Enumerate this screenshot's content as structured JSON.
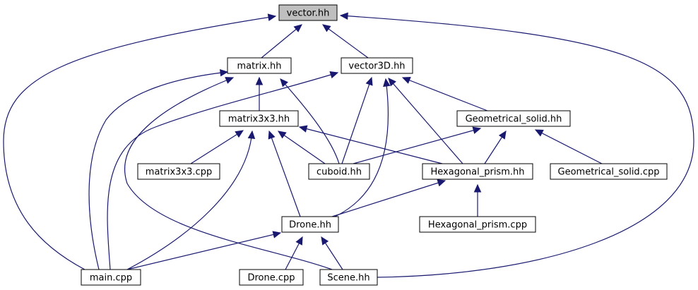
{
  "graph": {
    "nodes": [
      {
        "id": "vector_hh",
        "label": "vector.hh",
        "highlighted": true
      },
      {
        "id": "matrix_hh",
        "label": "matrix.hh"
      },
      {
        "id": "vector3D_hh",
        "label": "vector3D.hh"
      },
      {
        "id": "matrix3x3_hh",
        "label": "matrix3x3.hh"
      },
      {
        "id": "geometrical_solid_hh",
        "label": "Geometrical_solid.hh"
      },
      {
        "id": "matrix3x3_cpp",
        "label": "matrix3x3.cpp"
      },
      {
        "id": "cuboid_hh",
        "label": "cuboid.hh"
      },
      {
        "id": "hexagonal_prism_hh",
        "label": "Hexagonal_prism.hh"
      },
      {
        "id": "geometrical_solid_cpp",
        "label": "Geometrical_solid.cpp"
      },
      {
        "id": "drone_hh",
        "label": "Drone.hh"
      },
      {
        "id": "hexagonal_prism_cpp",
        "label": "Hexagonal_prism.cpp"
      },
      {
        "id": "main_cpp",
        "label": "main.cpp"
      },
      {
        "id": "drone_cpp",
        "label": "Drone.cpp"
      },
      {
        "id": "scene_hh",
        "label": "Scene.hh"
      }
    ],
    "edges": [
      {
        "from": "matrix_hh",
        "to": "vector_hh"
      },
      {
        "from": "vector3D_hh",
        "to": "vector_hh"
      },
      {
        "from": "main_cpp",
        "to": "vector_hh"
      },
      {
        "from": "scene_hh",
        "to": "vector_hh"
      },
      {
        "from": "matrix3x3_hh",
        "to": "matrix_hh"
      },
      {
        "from": "cuboid_hh",
        "to": "matrix_hh"
      },
      {
        "from": "main_cpp",
        "to": "matrix_hh"
      },
      {
        "from": "scene_hh",
        "to": "matrix_hh"
      },
      {
        "from": "geometrical_solid_hh",
        "to": "vector3D_hh"
      },
      {
        "from": "cuboid_hh",
        "to": "vector3D_hh"
      },
      {
        "from": "hexagonal_prism_hh",
        "to": "vector3D_hh"
      },
      {
        "from": "drone_hh",
        "to": "vector3D_hh"
      },
      {
        "from": "main_cpp",
        "to": "vector3D_hh"
      },
      {
        "from": "matrix3x3_cpp",
        "to": "matrix3x3_hh"
      },
      {
        "from": "cuboid_hh",
        "to": "matrix3x3_hh"
      },
      {
        "from": "hexagonal_prism_hh",
        "to": "matrix3x3_hh"
      },
      {
        "from": "drone_hh",
        "to": "matrix3x3_hh"
      },
      {
        "from": "main_cpp",
        "to": "matrix3x3_hh"
      },
      {
        "from": "cuboid_hh",
        "to": "geometrical_solid_hh"
      },
      {
        "from": "hexagonal_prism_hh",
        "to": "geometrical_solid_hh"
      },
      {
        "from": "geometrical_solid_cpp",
        "to": "geometrical_solid_hh"
      },
      {
        "from": "drone_hh",
        "to": "hexagonal_prism_hh"
      },
      {
        "from": "hexagonal_prism_cpp",
        "to": "hexagonal_prism_hh"
      },
      {
        "from": "main_cpp",
        "to": "drone_hh"
      },
      {
        "from": "drone_cpp",
        "to": "drone_hh"
      },
      {
        "from": "scene_hh",
        "to": "drone_hh"
      }
    ],
    "colors": {
      "edge": "#191970",
      "node_border": "#000000",
      "node_fill": "#ffffff",
      "highlight_fill": "#bfbfbf"
    }
  }
}
